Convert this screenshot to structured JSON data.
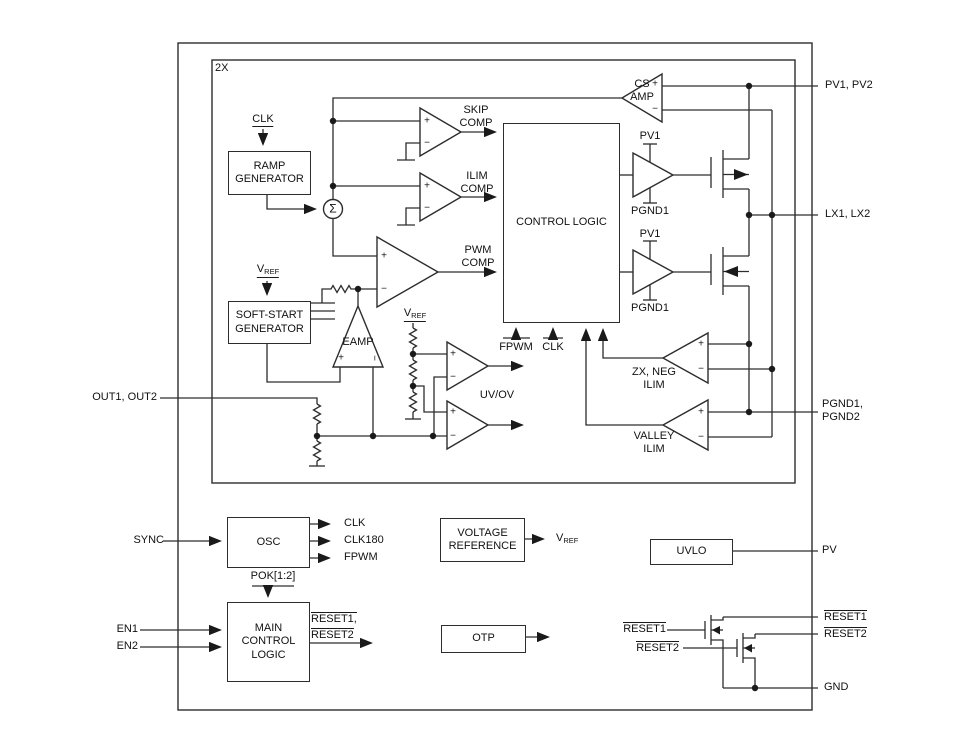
{
  "glyphs": {
    "plus": "+",
    "minus": "−",
    "sigma": "Σ"
  },
  "diagram": {
    "corner_tag": "2X",
    "blocks": {
      "ramp_generator": "RAMP GENERATOR",
      "soft_start": "SOFT-START GENERATOR",
      "control_logic": "CONTROL LOGIC",
      "osc": "OSC",
      "main_control_logic": "MAIN CONTROL LOGIC",
      "voltage_reference": "VOLTAGE REFERENCE",
      "otp": "OTP",
      "uvlo": "UVLO"
    },
    "amps": {
      "skip_comp": "SKIP COMP",
      "ilim_comp": "ILIM COMP",
      "pwm_comp": "PWM COMP",
      "cs_amp": "CS AMP",
      "eamp": "EAMP",
      "uv_ov": "UV/OV",
      "zx_neg_ilim": "ZX, NEG ILIM",
      "valley_ilim": "VALLEY ILIM"
    },
    "signals": {
      "clk_top": "CLK",
      "vref_v": "V",
      "vref_sub": "REF",
      "fpwm_internal": "FPWM",
      "clk_internal": "CLK",
      "pok": "POK[1:2]",
      "pv1": "PV1",
      "pgnd1": "PGND1"
    },
    "osc_outputs": {
      "clk": "CLK",
      "clk180": "CLK180",
      "fpwm": "FPWM"
    },
    "pins": {
      "out1_out2": "OUT1, OUT2",
      "pv1_pv2": "PV1, PV2",
      "lx1_lx2": "LX1, LX2",
      "pgnd1_pgnd2": "PGND1, PGND2",
      "sync": "SYNC",
      "en1": "EN1",
      "en2": "EN2",
      "pv": "PV",
      "gnd": "GND",
      "reset1": "RESET1",
      "reset2": "RESET2",
      "reset1_comma": "RESET1,"
    }
  }
}
